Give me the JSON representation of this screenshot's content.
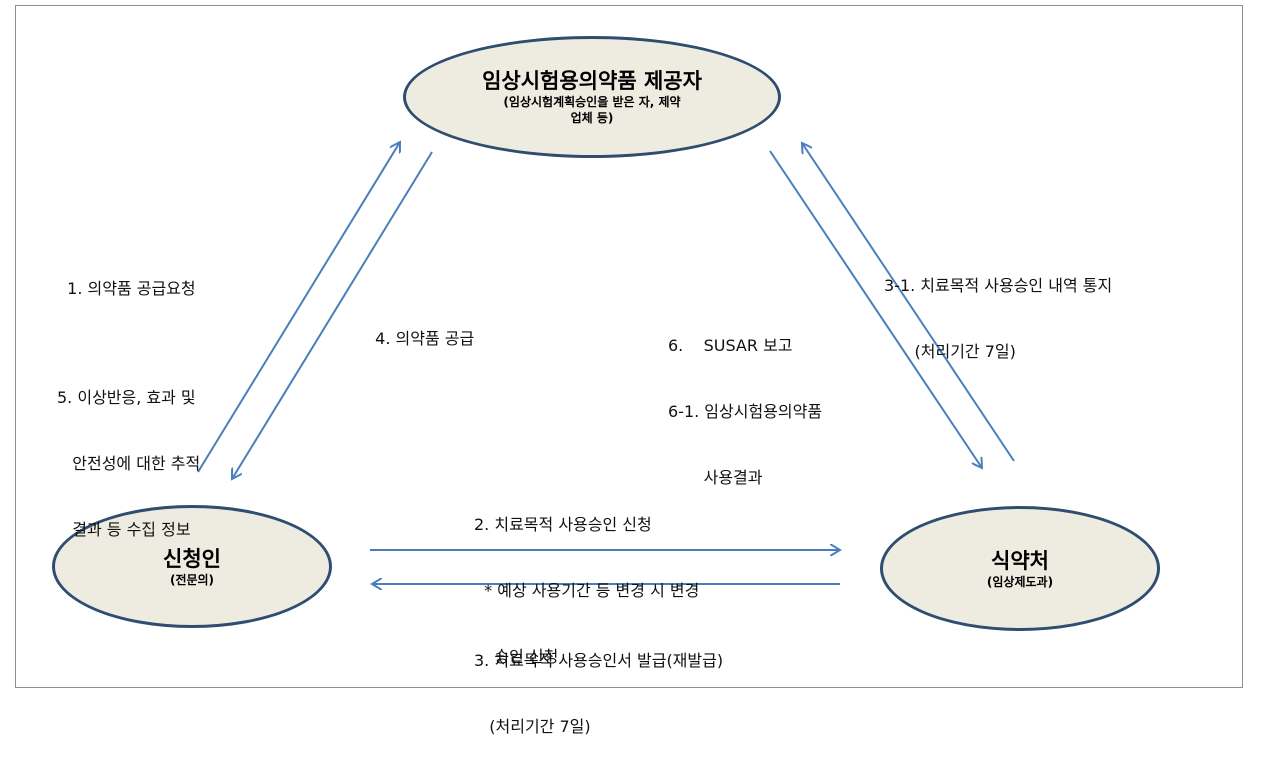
{
  "nodes": {
    "provider": {
      "title": "임상시험용의약품 제공자",
      "subtitle_line1": "(임상시험계획승인을 받은 자, 제약",
      "subtitle_line2": "업체 등)"
    },
    "applicant": {
      "title": "신청인",
      "subtitle": "(전문의)"
    },
    "mfds": {
      "title": "식약처",
      "subtitle": "(임상제도과)"
    }
  },
  "edges": {
    "supply_request": "1. 의약품 공급요청",
    "supply": "4. 의약품 공급",
    "adverse_info": [
      "5. 이상반응, 효과 및",
      "   안전성에 대한 추적",
      "   결과 등 수집 정보"
    ],
    "susar": [
      "6.    SUSAR 보고",
      "6-1. 임상시험용의약품",
      "       사용결과"
    ],
    "approval_notice": [
      "3-1. 치료목적 사용승인 내역 통지",
      "      (처리기간 7일)"
    ],
    "application": [
      "2. 치료목적 사용승인 신청",
      "  * 예상 사용기간 등 변경 시 변경",
      "    승인 신청"
    ],
    "issuance": [
      "3. 치료목적 사용승인서 발급(재발급)",
      "   (처리기간 7일)"
    ]
  },
  "colors": {
    "arrow": "#4a7ebb",
    "node_fill": "#eeece1",
    "node_border": "#2f4d6e"
  }
}
